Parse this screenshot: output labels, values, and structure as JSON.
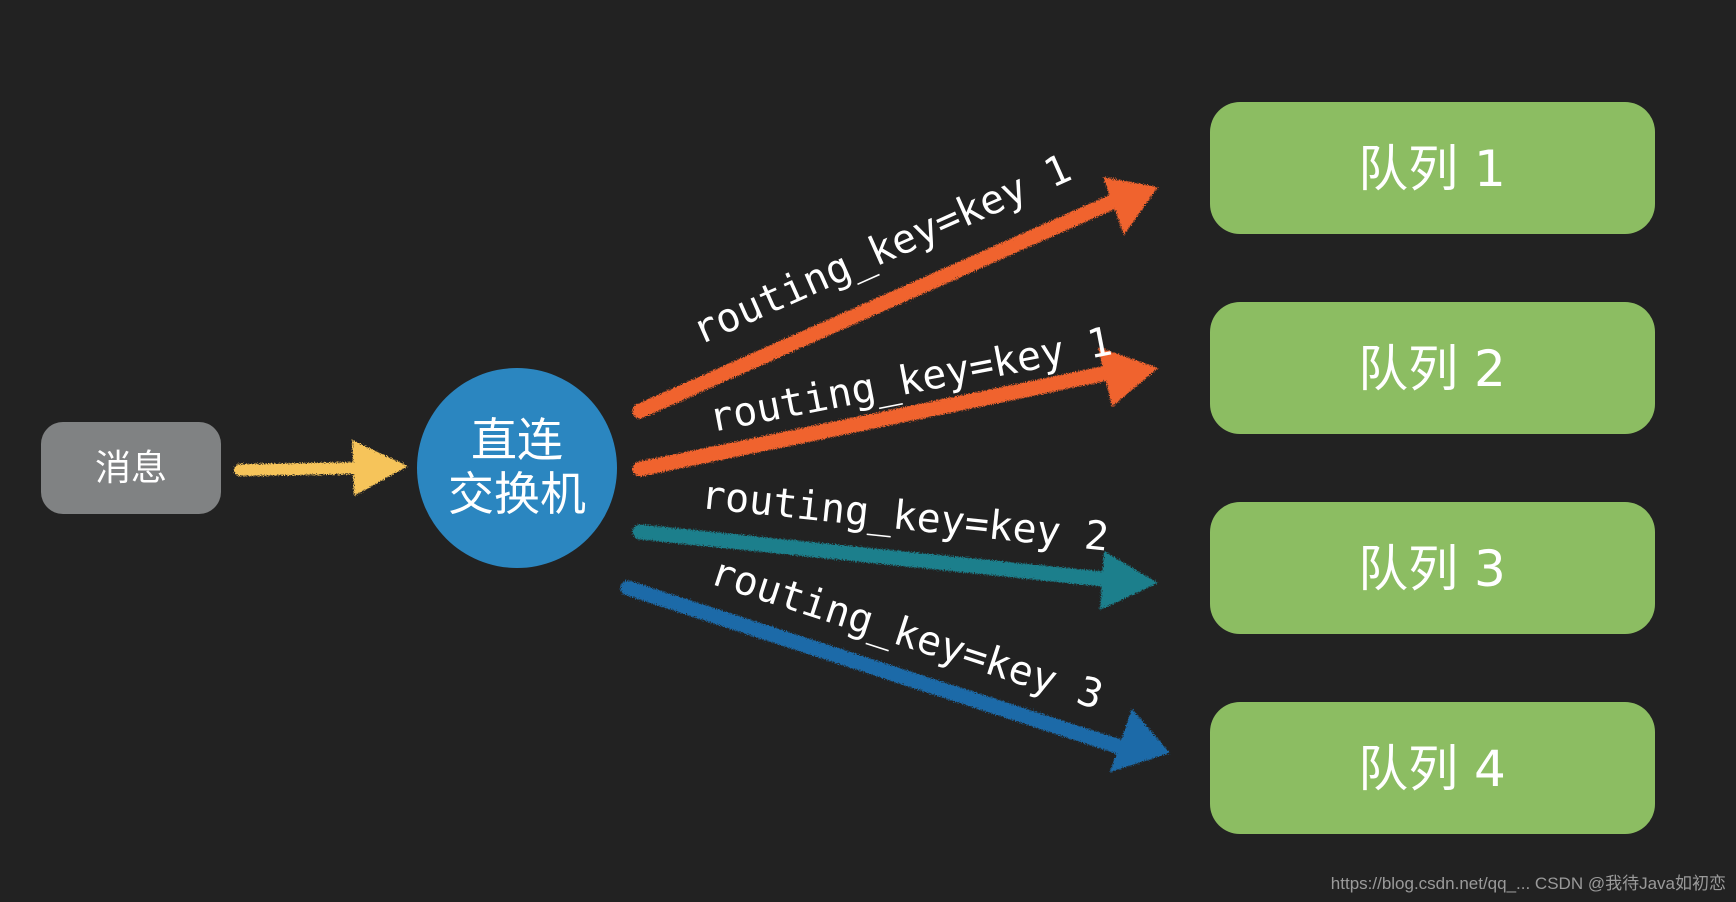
{
  "colors": {
    "background": "#222222",
    "message_box": "#808283",
    "exchange_circle": "#2b86c0",
    "queue_box": "#8cbd62",
    "arrow_message": "#f6c45a",
    "arrow_key1": "#f0642f",
    "arrow_key2": "#1b7f8c",
    "arrow_key3": "#1d6ba8"
  },
  "message": {
    "label": "消息"
  },
  "exchange": {
    "line1": "直连",
    "line2": "交换机"
  },
  "queues": [
    {
      "label": "队列 1"
    },
    {
      "label": "队列 2"
    },
    {
      "label": "队列 3"
    },
    {
      "label": "队列 4"
    }
  ],
  "routes": [
    {
      "label": "routing_key=key 1",
      "target": "队列 1"
    },
    {
      "label": "routing_key=key 1",
      "target": "队列 2"
    },
    {
      "label": "routing_key=key 2",
      "target": "队列 3"
    },
    {
      "label": "routing_key=key 3",
      "target": "队列 4"
    }
  ],
  "watermark": "https://blog.csdn.net/qq_... CSDN @我待Java如初恋"
}
